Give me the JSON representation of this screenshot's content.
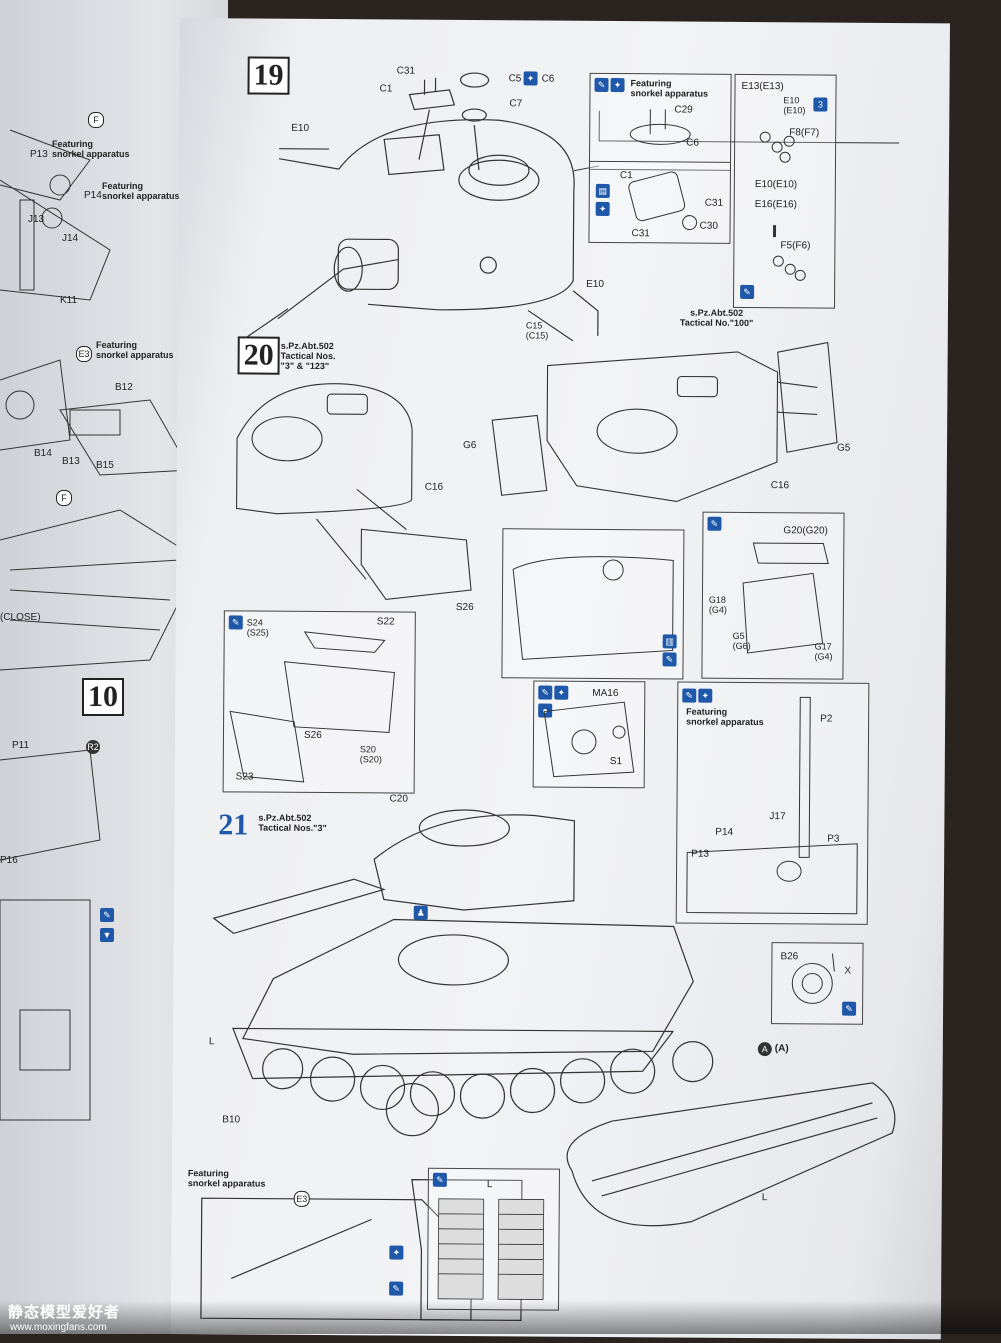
{
  "left_page": {
    "labels": [
      "F",
      "P13",
      "Featuring\nsnorkel apparatus",
      "P14",
      "Featuring\nsnorkel apparatus",
      "J13",
      "J14",
      "K11",
      "E3",
      "Featuring\nsnorkel apparatus",
      "B12",
      "B14",
      "B13",
      "B15",
      "F",
      "(CLOSE)",
      "10",
      "P11",
      "R2",
      "P16"
    ]
  },
  "step19": {
    "number": "19",
    "labels": [
      "C31",
      "C1",
      "C5",
      "C6",
      "C7",
      "E10",
      "E10",
      "C15\n(C15)"
    ],
    "callout_snorkel": {
      "title": "Featuring\nsnorkel apparatus",
      "parts": [
        "C29",
        "C6"
      ]
    },
    "callout_hatch": {
      "parts": [
        "C1",
        "C31",
        "C31",
        "C30"
      ]
    },
    "callout_right": {
      "parts": [
        "E13(E13)",
        "E10\n(E10)",
        "F8(F7)",
        "E10(E10)",
        "E16(E16)",
        "F5(F6)"
      ]
    }
  },
  "step20": {
    "number": "20",
    "caption": "s.Pz.Abt.502\nTactical Nos.\n\"3\" & \"123\"",
    "caption_right": "s.Pz.Abt.502\nTactical No.\"100\"",
    "labels": [
      "C16",
      "S26",
      "G6",
      "C16",
      "G5"
    ],
    "callout_stowage": {
      "parts": [
        "S24\n(S25)",
        "S22",
        "S26",
        "S23",
        "S20\n(S20)"
      ]
    },
    "callout_bin": {
      "parts": [
        "G20(G20)",
        "G18\n(G4)",
        "G5\n(G6)",
        "G17\n(G4)"
      ]
    }
  },
  "step21": {
    "number": "21",
    "caption": "s.Pz.Abt.502\nTactical Nos.\"3\"",
    "labels": [
      "C20",
      "L",
      "B10",
      "A",
      "(A)",
      "L"
    ],
    "callout_ma": {
      "parts": [
        "MA16",
        "S1"
      ]
    },
    "callout_snorkel": {
      "title": "Featuring\nsnorkel apparatus",
      "parts": [
        "P2",
        "J17",
        "P14",
        "P13",
        "P3"
      ]
    },
    "callout_b26": {
      "parts": [
        "B26",
        "X"
      ]
    },
    "callout_tracks": {
      "parts": [
        "L"
      ]
    },
    "callout_bottom": {
      "title": "Featuring\nsnorkel apparatus",
      "parts": [
        "E3"
      ]
    }
  },
  "watermark": {
    "title": "静态模型爱好者",
    "url": "www.moxingfans.com"
  },
  "colors": {
    "ink": "#222222",
    "accent_blue": "#1f58a8",
    "paper": "#eeeff2"
  }
}
